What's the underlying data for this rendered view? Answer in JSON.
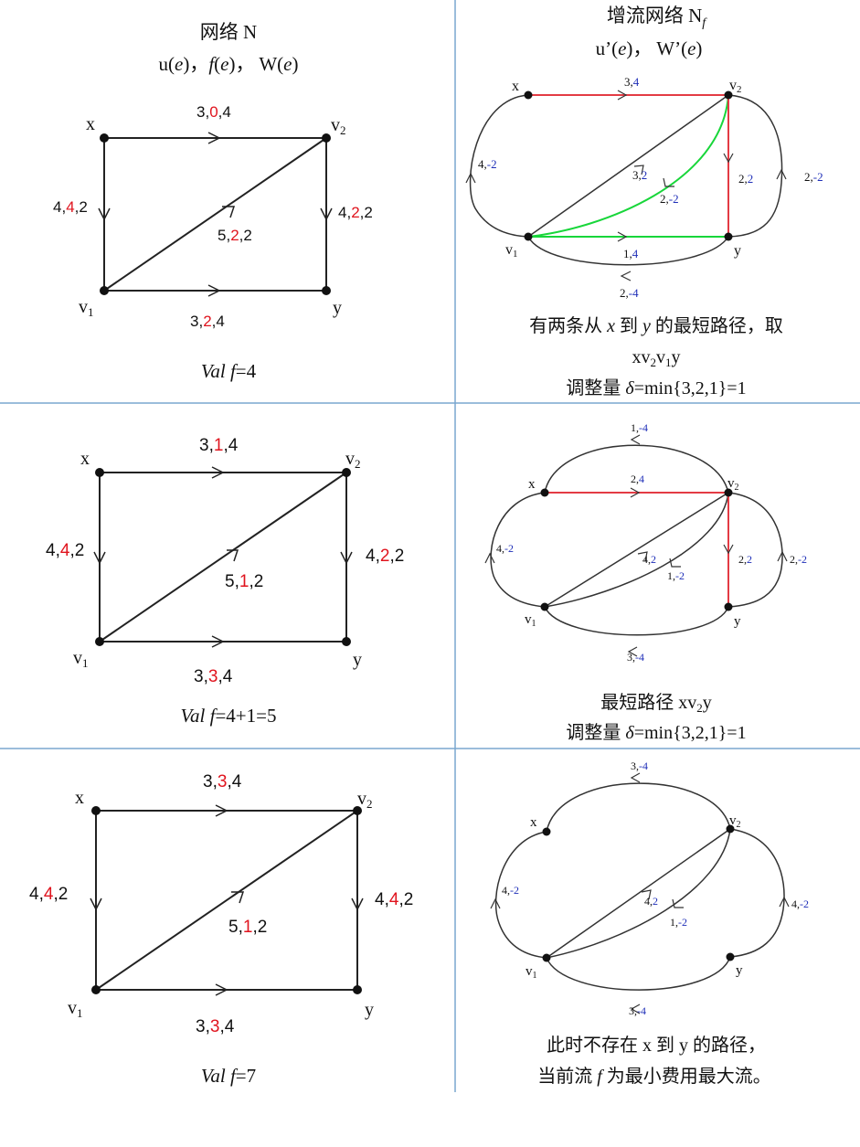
{
  "colors": {
    "flow": "#e0141e",
    "cost": "#1f2fb8",
    "red_edge": "#e33b44",
    "green_edge": "#18d63a",
    "grid": "#7aa7cf"
  },
  "header": {
    "left_title": "网络  N",
    "left_sub_u": "u(",
    "left_sub_e": "e",
    "left_sub_mid": ")，",
    "left_sub_f": "f",
    "left_sub_mid2": "(",
    "left_sub_mid3": ")，  W(",
    "left_sub_end": ")",
    "right_title": "增流网络  N",
    "right_title_sub": "f",
    "right_sub_a": "u’(",
    "right_sub_b": ")，  W’(",
    "right_sub_end": ")"
  },
  "nodes": {
    "x": "x",
    "v2": "v",
    "v2sub": "2",
    "v1": "v",
    "v1sub": "1",
    "y": "y"
  },
  "rows": [
    {
      "left": {
        "xv2": [
          "3,",
          "0",
          ",4"
        ],
        "xv1": [
          "4,",
          "4",
          ",2"
        ],
        "v1v2": [
          "5,",
          "2",
          ",2"
        ],
        "v2y": [
          "4,",
          "2",
          ",2"
        ],
        "v1y": [
          "3,",
          "2",
          ",4"
        ],
        "val": [
          "Val ",
          "f",
          "=4"
        ]
      },
      "right": {
        "labels": {
          "xv2": [
            "3,",
            "4"
          ],
          "xv1": [
            "4,",
            "-2"
          ],
          "v1v2": [
            "3,",
            "2"
          ],
          "v2v1": [
            "2,",
            "-2"
          ],
          "v2y": [
            "2,",
            "2"
          ],
          "yv2": [
            "2,",
            "-2"
          ],
          "v1y": [
            "1,",
            "4"
          ],
          "yv1": [
            "2,",
            "-4"
          ]
        },
        "caption": [
          "有两条从 ",
          "x",
          " 到 ",
          "y",
          " 的最短路径，取",
          "xv",
          "2",
          "v",
          "1",
          "y",
          "调整量 ",
          "δ",
          "=min{3,2,1}=1"
        ]
      }
    },
    {
      "left": {
        "xv2": [
          "3,",
          "1",
          ",4"
        ],
        "xv1": [
          "4,",
          "4",
          ",2"
        ],
        "v1v2": [
          "5,",
          "1",
          ",2"
        ],
        "v2y": [
          "4,",
          "2",
          ",2"
        ],
        "v1y": [
          "3,",
          "3",
          ",4"
        ],
        "val": [
          "Val ",
          "f",
          "=4+1=5"
        ]
      },
      "right": {
        "labels": {
          "v2x": [
            "1,",
            "-4"
          ],
          "xv2": [
            "2,",
            "4"
          ],
          "xv1": [
            "4,",
            "-2"
          ],
          "v1v2": [
            "4,",
            "2"
          ],
          "v2v1": [
            "1,",
            "-2"
          ],
          "v2y": [
            "2,",
            "2"
          ],
          "yv2": [
            "2,",
            "-2"
          ],
          "yv1": [
            "3,",
            "-4"
          ]
        },
        "caption": [
          "最短路径 xv",
          "2",
          "y",
          "调整量 ",
          "δ",
          "=min{3,2,1}=1"
        ]
      }
    },
    {
      "left": {
        "xv2": [
          "3,",
          "3",
          ",4"
        ],
        "xv1": [
          "4,",
          "4",
          ",2"
        ],
        "v1v2": [
          "5,",
          "1",
          ",2"
        ],
        "v2y": [
          "4,",
          "4",
          ",2"
        ],
        "v1y": [
          "3,",
          "3",
          ",4"
        ],
        "val": [
          "Val ",
          "f",
          "=7"
        ]
      },
      "right": {
        "labels": {
          "v2x": [
            "3,",
            "-4"
          ],
          "xv1": [
            "4,",
            "-2"
          ],
          "v1v2": [
            "4,",
            "2"
          ],
          "v2v1": [
            "1,",
            "-2"
          ],
          "yv2": [
            "4,",
            "-2"
          ],
          "yv1": [
            "3,",
            "-4"
          ]
        },
        "caption": [
          "此时不存在 x 到 y 的路径，",
          "当前流 ",
          "f ",
          "为最小费用最大流。"
        ]
      }
    }
  ]
}
